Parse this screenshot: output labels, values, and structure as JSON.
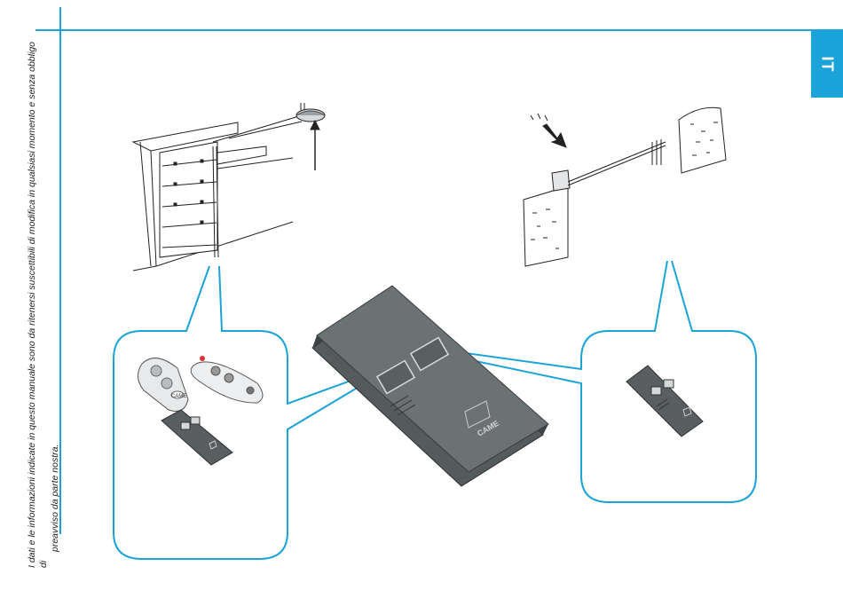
{
  "language_tab": {
    "label": "IT"
  },
  "disclaimer": {
    "line1": "I dati e le informazioni indicate in questo manuale sono da ritenersi suscettibili di modifica in qualsiasi momento e senza obbligo di",
    "line2": "preavviso da parte nostra."
  },
  "brand_marks": [
    "CAME"
  ],
  "colors": {
    "accent": "#1aa3d9",
    "remote_body": "#4a4f52",
    "line_art": "#222222"
  }
}
